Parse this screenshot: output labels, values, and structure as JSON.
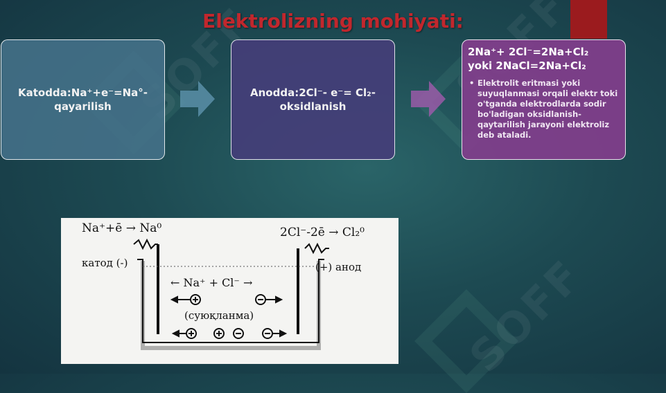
{
  "slide": {
    "title": "Elektrolizning mohiyati:",
    "accent_color": "#9b1b1e",
    "title_color": "#c1272d",
    "watermark": "SOFF"
  },
  "boxes": [
    {
      "text": "Katodda:Na⁺+e⁻=Na°-qayarilish",
      "color": "#46738c"
    },
    {
      "text": "Anodda:2Cl⁻- e⁻= Cl₂-oksidlanish",
      "color": "#443e78"
    },
    {
      "line1": "2Na⁺+ 2Cl⁻=2Na+Cl₂",
      "line2": "yoki    2NaCl=2Na+Cl₂",
      "bullet": "Elektrolit eritmasi yoki suyuqlanmasi orqali elektr toki o'tganda elektrodlarda sodir bo'ladigan oksidlanish-qaytarilish jarayoni elektroliz deb ataladi.",
      "color": "#823e8c"
    }
  ],
  "diagram": {
    "cathode_eq": "Na⁺+ē → Na⁰",
    "anode_eq": "2Cl⁻-2ē → Cl₂⁰",
    "cathode_label": "катод (-)",
    "anode_label": "(+)  анод",
    "ions": "← Na⁺ + Cl⁻ →",
    "melt_label": "(суюқланма)"
  }
}
